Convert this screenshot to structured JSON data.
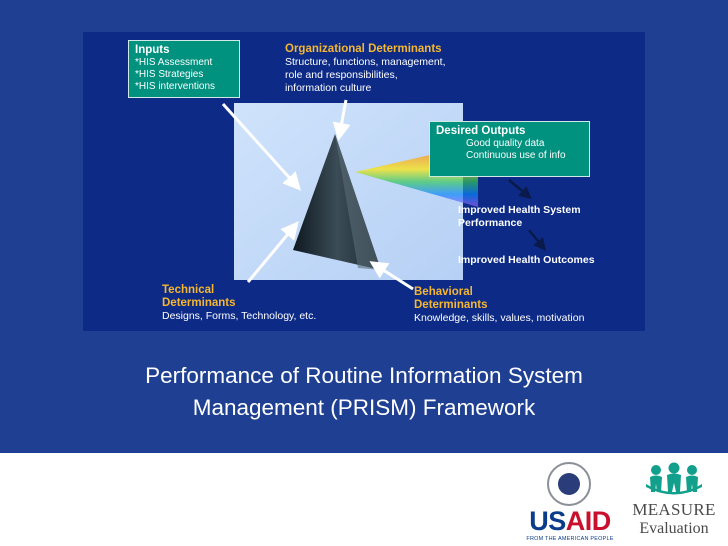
{
  "diagram": {
    "inputs": {
      "title": "Inputs",
      "items": [
        "*HIS  Assessment",
        "*HIS Strategies",
        "*HIS interventions"
      ]
    },
    "organizational": {
      "title": "Organizational Determinants",
      "lines": [
        "Structure, functions, management,",
        "role and responsibilities,",
        "information culture"
      ]
    },
    "desired_outputs": {
      "title": "Desired Outputs",
      "items": [
        "Good quality data",
        "Continuous use of info"
      ]
    },
    "improved_performance": [
      "Improved Health System",
      "Performance"
    ],
    "improved_outcomes": "Improved Health Outcomes",
    "technical": {
      "title_lines": [
        "Technical",
        "Determinants"
      ],
      "desc": "Designs, Forms, Technology, etc."
    },
    "behavioral": {
      "title_lines": [
        "Behavioral",
        "Determinants"
      ],
      "desc": "Knowledge, skills, values, motivation"
    }
  },
  "caption": {
    "line1": "Performance of Routine Information System",
    "line2": "Management (PRISM) Framework"
  },
  "logos": {
    "usaid_us": "US",
    "usaid_aid": "AID",
    "usaid_tagline": "FROM THE AMERICAN PEOPLE",
    "measure_name": "MEASURE",
    "measure_sub": "Evaluation"
  },
  "colors": {
    "slide_background": "#1f3f93",
    "diagram_background": "#0c2a86",
    "box_teal": "#00927e",
    "heading_amber": "#f5b731",
    "usaid_blue": "#0b3c8c",
    "usaid_red": "#c8102e",
    "measure_teal": "#12a08c"
  }
}
